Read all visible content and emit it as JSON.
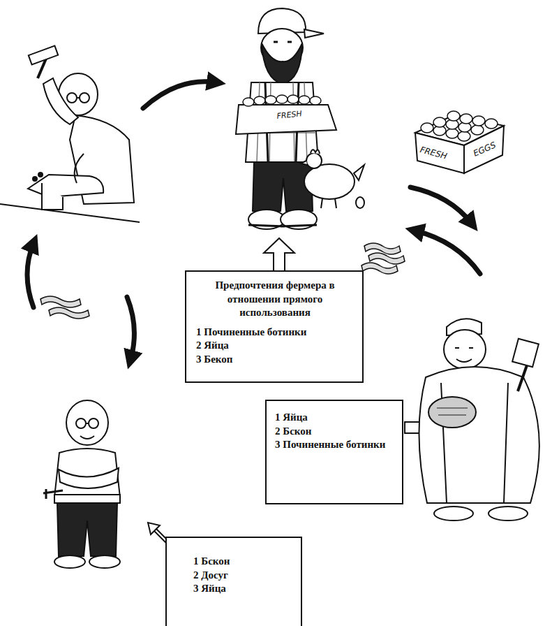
{
  "diagram": {
    "nodes": [
      {
        "text": [
          "Предпочтения фермера в отношении прямого использования",
          "1 Починенные ботинки",
          "2 Яйца",
          "3 Бекоп"
        ]
      },
      {
        "text": [
          "1 Яйца",
          "2 Бскон",
          "3 Починенные ботинки"
        ]
      },
      {
        "text": [
          "1 Бскон",
          "2 Досуг",
          "3 Яйца"
        ]
      }
    ],
    "labels": [
      "FRESH",
      "FRESH",
      "EGGS"
    ]
  }
}
